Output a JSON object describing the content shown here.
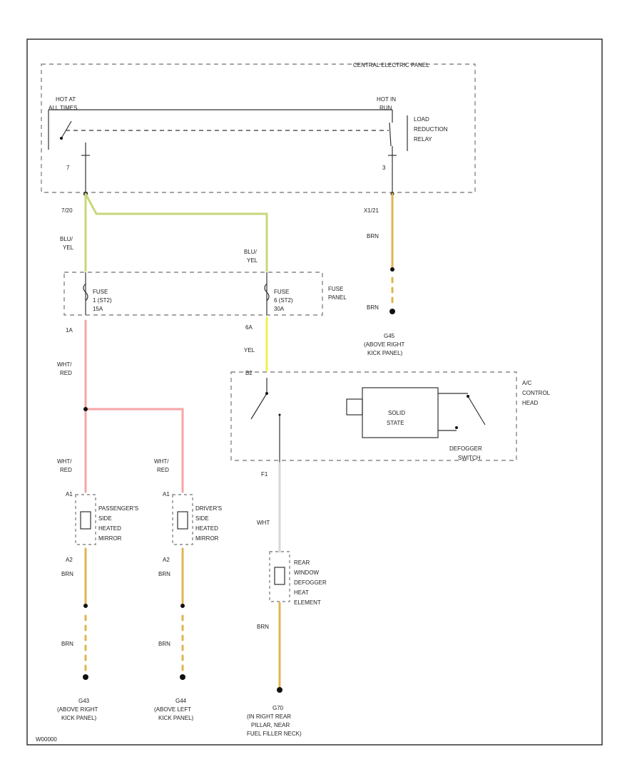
{
  "colors": {
    "white": "#d7d7d7",
    "yellow": "#f1ef55",
    "blu_yel": "#c9d77a",
    "wht_red": "#f6a4a7",
    "brn": "#e0b452",
    "line": "#333333"
  },
  "labels": {
    "central_panel": "CENTRAL ELECTRIC PANEL",
    "hot_at_all_times": [
      "HOT AT",
      "ALL TIMES"
    ],
    "hot_in_run": [
      "HOT IN",
      "RUN"
    ],
    "load_reduction_relay": [
      "LOAD",
      "REDUCTION",
      "RELAY"
    ],
    "pin_relay_left": "7",
    "pin_relay_right": "3",
    "conn_left": "7/20",
    "conn_right": "X1/21",
    "wire_blu_yel_1": [
      "BLU/",
      "YEL"
    ],
    "wire_blu_yel_2": [
      "BLU/",
      "YEL"
    ],
    "wire_brn_top": "BRN",
    "wire_brn_top2": "BRN",
    "fuse1": [
      "FUSE",
      "1 (ST2)",
      "15A"
    ],
    "fuse2": [
      "FUSE",
      "6 (ST2)",
      "30A"
    ],
    "fuse_panel": [
      "FUSE",
      "PANEL"
    ],
    "pin_1a": "1A",
    "pin_6a": "6A",
    "wire_yel": "YEL",
    "ground_right_top": [
      "G45",
      "(ABOVE RIGHT",
      "KICK PANEL)"
    ],
    "wire_wht_red_1": [
      "WHT/",
      "RED"
    ],
    "wire_wht_red_2": [
      "WHT/",
      "RED"
    ],
    "wire_wht_red_3": [
      "WHT/",
      "RED"
    ],
    "pin_b2": "B2",
    "ac_control_head": [
      "A/C",
      "CONTROL",
      "HEAD"
    ],
    "solid_state": [
      "SOLID",
      "STATE"
    ],
    "defogger_switch": [
      "DEFOGGER",
      "SWITCH"
    ],
    "pin_f1": "F1",
    "wire_wht": "WHT",
    "pass_mirror": [
      "PASSENGER'S",
      "SIDE",
      "HEATED",
      "MIRROR"
    ],
    "drv_mirror": [
      "DRIVER'S",
      "SIDE",
      "HEATED",
      "MIRROR"
    ],
    "pin_a2_1": "A2",
    "pin_a2_2": "A2",
    "pin_a1_1": "A1",
    "pin_a1_2": "A1",
    "rear_defogger": [
      "REAR",
      "WINDOW",
      "DEFOGGER",
      "HEAT",
      "ELEMENT"
    ],
    "wire_brn_1": "BRN",
    "wire_brn_2": "BRN",
    "wire_brn_3": "BRN",
    "wire_brn_4": "BRN",
    "wire_brn_5": "BRN",
    "ground_g43_right": [
      "G43",
      "(ABOVE RIGHT",
      "KICK PANEL)"
    ],
    "ground_g44_left": [
      "G44",
      "(ABOVE LEFT",
      "KICK PANEL)"
    ],
    "ground_g70": [
      "G70",
      "(IN RIGHT REAR",
      "PILLAR, NEAR",
      "FUEL FILLER NECK)"
    ],
    "ref_code": "W00000"
  }
}
